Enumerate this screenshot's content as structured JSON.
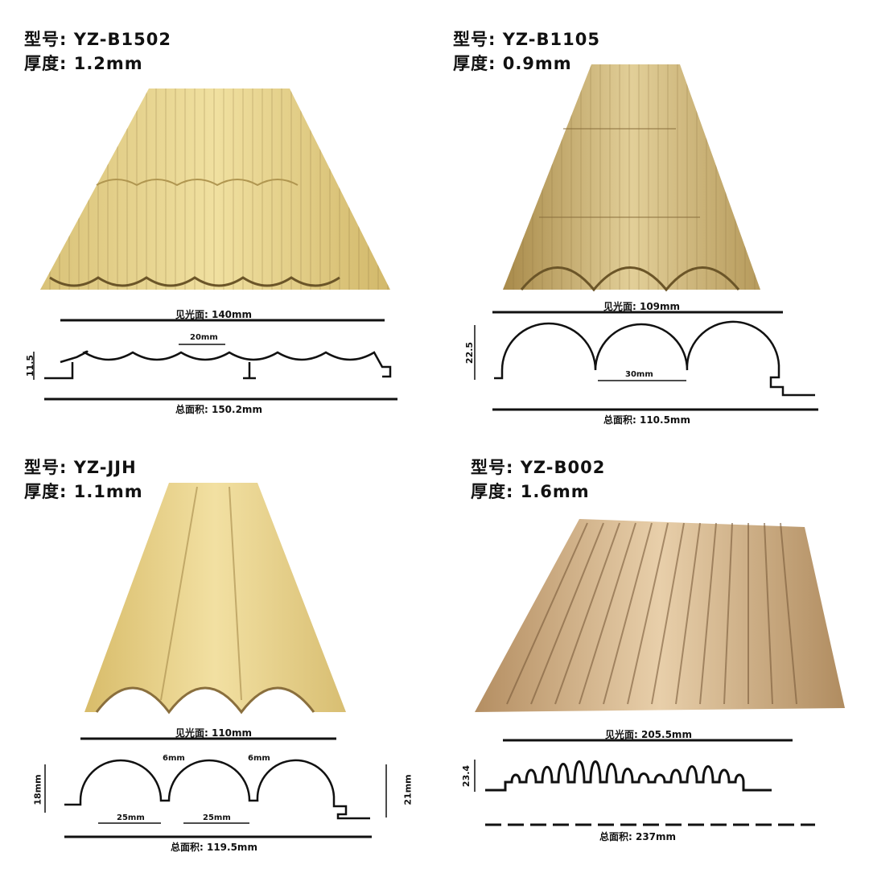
{
  "products": [
    {
      "model_label": "型号: YZ-B1502",
      "thickness_label": "厚度: 1.2mm",
      "visible_face": "见光面: 140mm",
      "total_face": "总面积: 150.2mm",
      "dims": [
        "20mm"
      ],
      "height": "11.5",
      "color": "#e3cf86"
    },
    {
      "model_label": "型号: YZ-B1105",
      "thickness_label": "厚度: 0.9mm",
      "visible_face": "见光面: 109mm",
      "total_face": "总面积: 110.5mm",
      "dims": [
        "30mm"
      ],
      "height": "22.5",
      "color": "#cdb070"
    },
    {
      "model_label": "型号: YZ-JJH",
      "thickness_label": "厚度: 1.1mm",
      "visible_face": "见光面: 110mm",
      "total_face": "总面积: 119.5mm",
      "dims": [
        "6mm",
        "6mm",
        "25mm",
        "25mm"
      ],
      "height": "18mm",
      "height_right": "21mm",
      "color": "#e6cf85"
    },
    {
      "model_label": "型号: YZ-B002",
      "thickness_label": "厚度: 1.6mm",
      "visible_face": "见光面: 205.5mm",
      "total_face": "总面积: 237mm",
      "dims": [],
      "height": "23.4",
      "color": "#c9a57a"
    }
  ]
}
